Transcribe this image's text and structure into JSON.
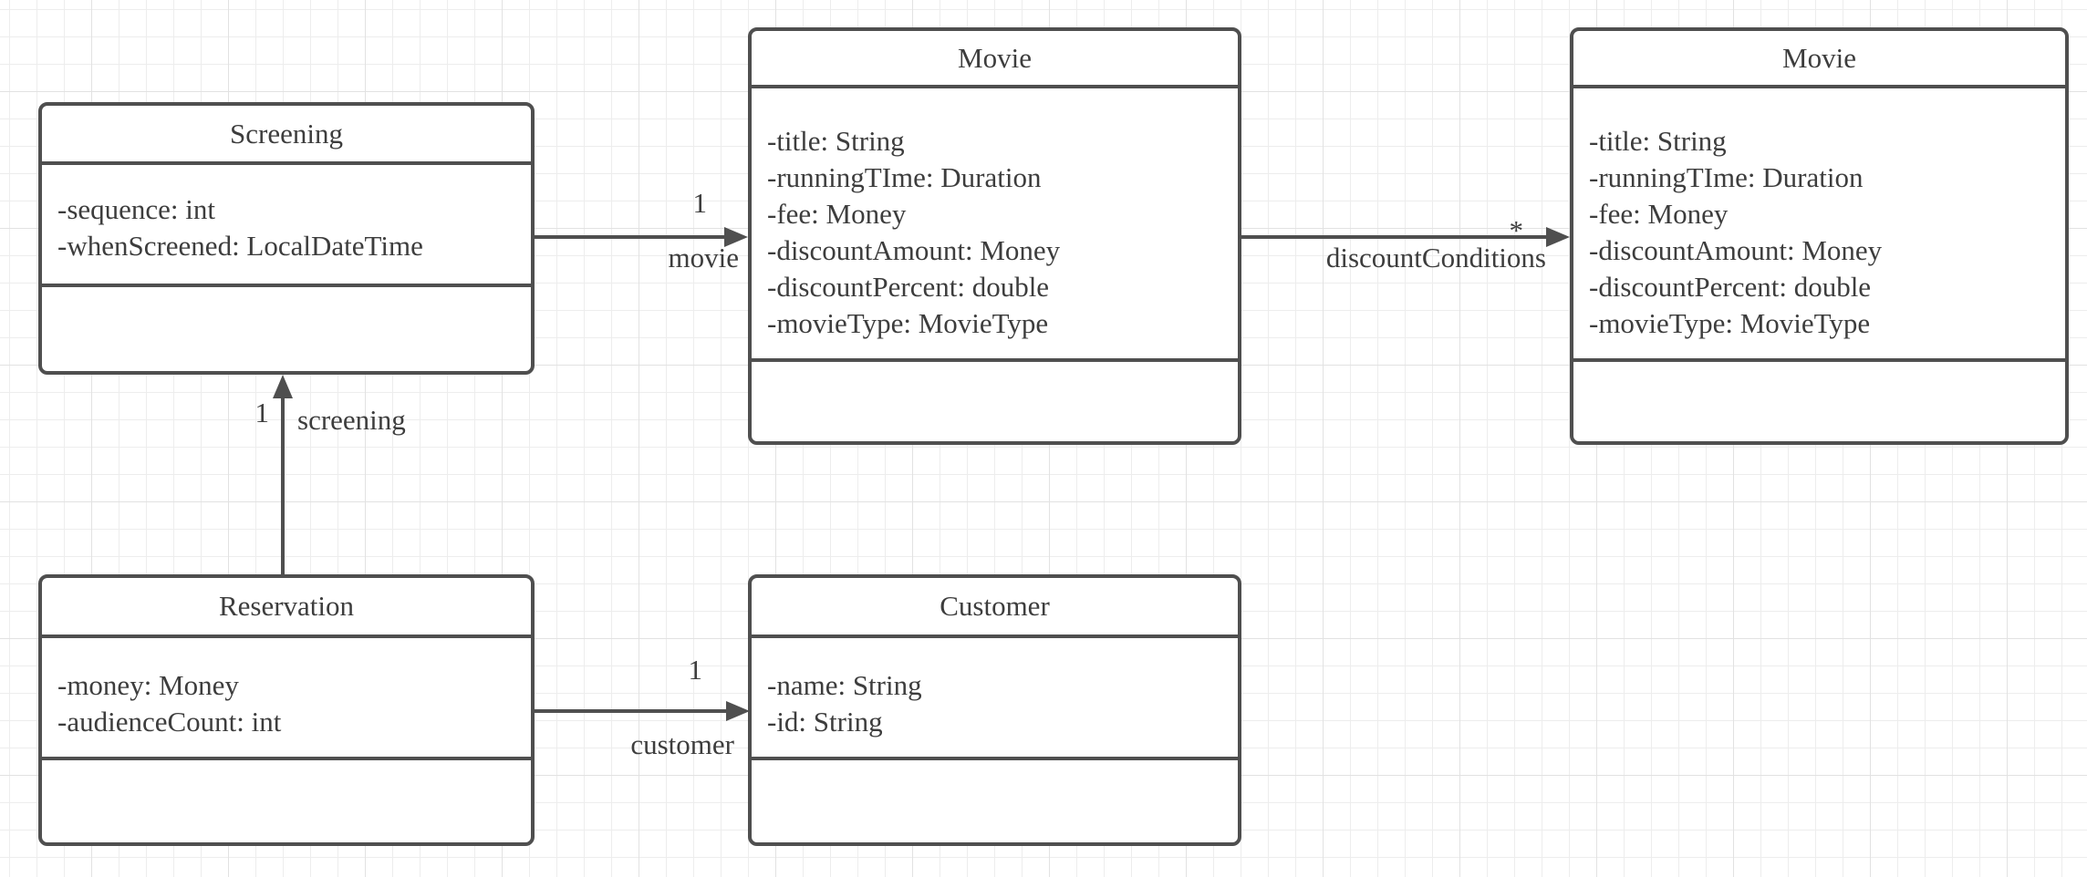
{
  "diagram": {
    "type": "uml-class-diagram",
    "classes": [
      {
        "name": "Screening",
        "attributes": [
          "-sequence: int",
          "-whenScreened: LocalDateTime"
        ],
        "operations": []
      },
      {
        "name": "Movie",
        "attributes": [
          "-title: String",
          "-runningTIme: Duration",
          "-fee: Money",
          "-discountAmount: Money",
          "-discountPercent: double",
          "-movieType: MovieType"
        ],
        "operations": []
      },
      {
        "name": "Movie",
        "attributes": [
          "-title: String",
          "-runningTIme: Duration",
          "-fee: Money",
          "-discountAmount: Money",
          "-discountPercent: double",
          "-movieType: MovieType"
        ],
        "operations": []
      },
      {
        "name": "Reservation",
        "attributes": [
          "-money: Money",
          "-audienceCount: int"
        ],
        "operations": []
      },
      {
        "name": "Customer",
        "attributes": [
          "-name: String",
          "-id: String"
        ],
        "operations": []
      }
    ],
    "associations": [
      {
        "label": "movie",
        "multiplicity": "1",
        "source": "Screening",
        "target": "Movie",
        "direction": "right"
      },
      {
        "label": "discountConditions",
        "multiplicity": "*",
        "source": "Movie",
        "target": "Movie",
        "direction": "right"
      },
      {
        "label": "screening",
        "multiplicity": "1",
        "source": "Reservation",
        "target": "Screening",
        "direction": "up"
      },
      {
        "label": "customer",
        "multiplicity": "1",
        "source": "Reservation",
        "target": "Customer",
        "direction": "right"
      }
    ],
    "colors": {
      "stroke": "#4f4f4f",
      "text": "#3d3d3d",
      "fill": "#ffffff",
      "grid_minor": "#ededed",
      "grid_major": "#e2e2e2",
      "background": "#ffffff"
    }
  }
}
